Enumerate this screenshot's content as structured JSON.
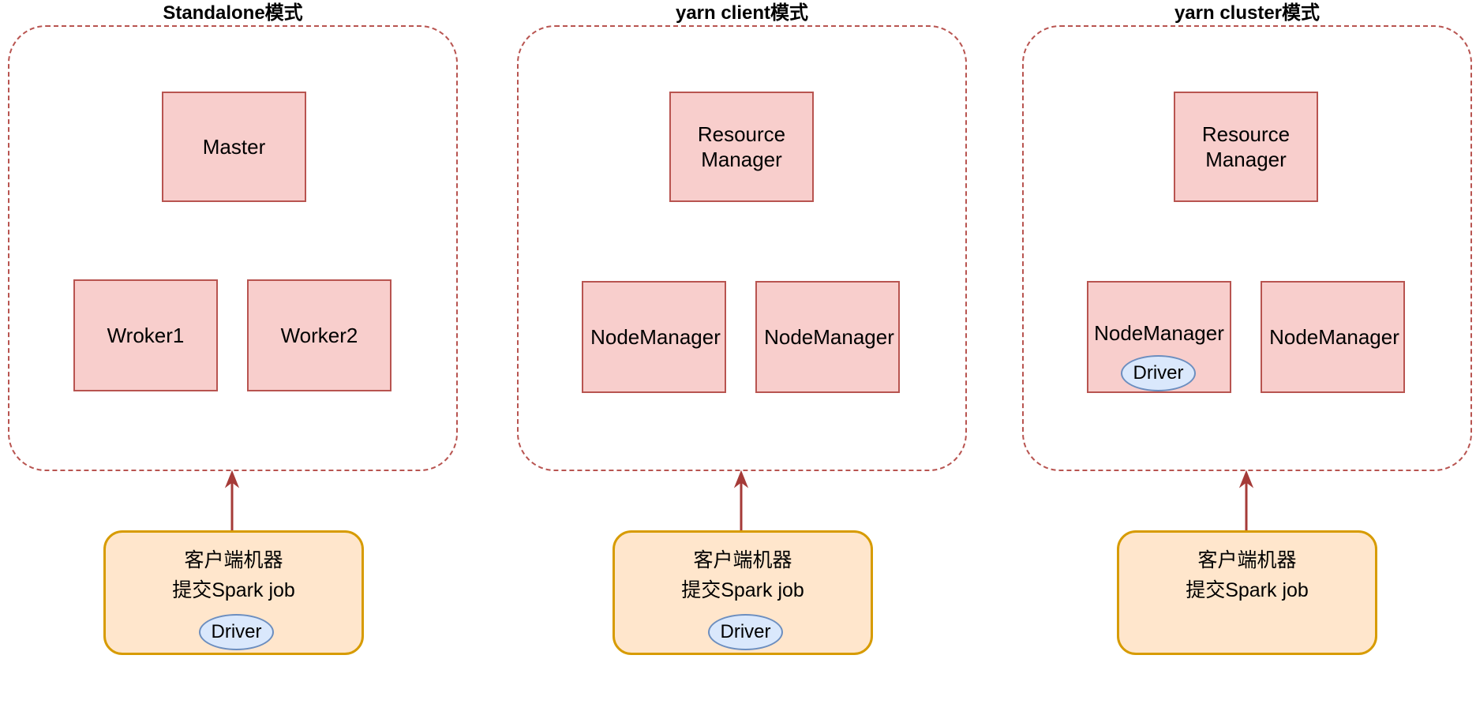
{
  "diagram": {
    "title_hidden": "Spark 部署模式对比",
    "colors": {
      "node_fill": "#f8cecc",
      "node_stroke": "#b85450",
      "client_fill": "#ffe6cc",
      "client_stroke": "#d79b00",
      "driver_fill": "#dae8fc",
      "driver_stroke": "#6c8ebf",
      "cluster_stroke": "#b85450",
      "text": "#000000",
      "background": "#ffffff"
    }
  },
  "panels": [
    {
      "id": "standalone",
      "title": "Standalone模式",
      "top_node": {
        "label": "Master",
        "lines": [
          "Master"
        ]
      },
      "bottom_nodes": [
        {
          "label": "Wroker1",
          "driver": null
        },
        {
          "label": "Worker2",
          "driver": null
        }
      ],
      "client": {
        "line1": "客户端机器",
        "line2": "提交Spark job",
        "driver": "Driver"
      },
      "arrow": {
        "name": "submit-arrow",
        "direction": "up"
      }
    },
    {
      "id": "yarn-client",
      "title": "yarn client模式",
      "top_node": {
        "label": "Resource Manager",
        "lines": [
          "Resource",
          "Manager"
        ]
      },
      "bottom_nodes": [
        {
          "label": "NodeManager",
          "driver": null
        },
        {
          "label": "NodeManager",
          "driver": null
        }
      ],
      "client": {
        "line1": "客户端机器",
        "line2": "提交Spark job",
        "driver": "Driver"
      },
      "arrow": {
        "name": "submit-arrow",
        "direction": "up"
      }
    },
    {
      "id": "yarn-cluster",
      "title": "yarn cluster模式",
      "top_node": {
        "label": "Resource Manager",
        "lines": [
          "Resource",
          "Manager"
        ]
      },
      "bottom_nodes": [
        {
          "label": "NodeManager",
          "driver": "Driver"
        },
        {
          "label": "NodeManager",
          "driver": null
        }
      ],
      "client": {
        "line1": "客户端机器",
        "line2": "提交Spark job",
        "driver": null
      },
      "arrow": {
        "name": "submit-arrow",
        "direction": "up"
      }
    }
  ]
}
